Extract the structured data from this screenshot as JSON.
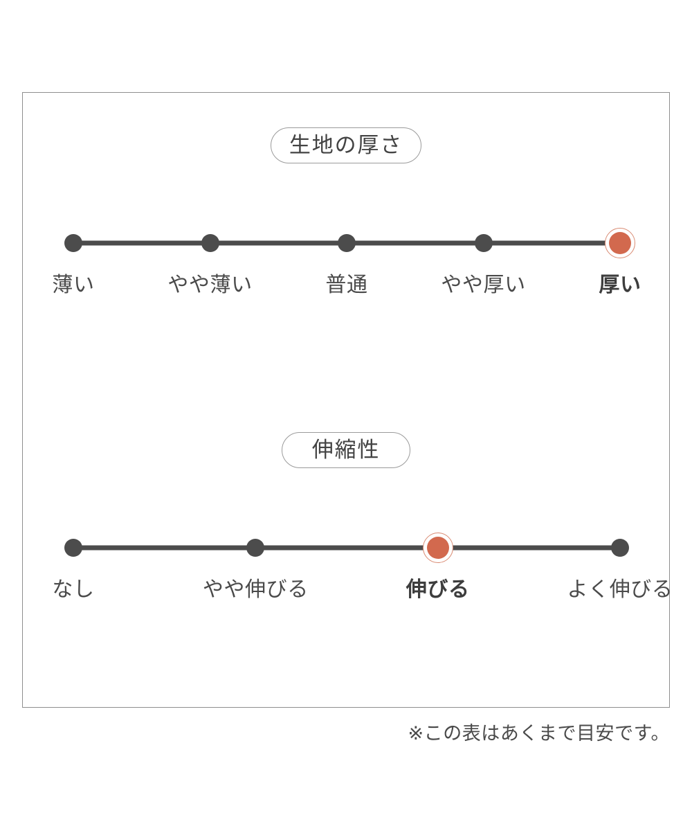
{
  "chart_data": {
    "type": "scale",
    "title": "",
    "scales": [
      {
        "id": "fabric-thickness",
        "heading": "生地の厚さ",
        "categories": [
          "薄い",
          "やや薄い",
          "普通",
          "やや厚い",
          "厚い"
        ],
        "selected_index": 4,
        "selected_label": "厚い",
        "value": 5,
        "range": [
          1,
          5
        ]
      },
      {
        "id": "stretchiness",
        "heading": "伸縮性",
        "categories": [
          "なし",
          "やや伸びる",
          "伸びる",
          "よく伸びる"
        ],
        "selected_index": 2,
        "selected_label": "伸びる",
        "value": 3,
        "range": [
          1,
          4
        ]
      }
    ],
    "footnote": "※この表はあくまで目安です。",
    "colors": {
      "active_fill": "#d2694e",
      "active_ring": "#d98a72",
      "inactive_dot": "#4c4c4c",
      "track": "#4c4c4c",
      "frame_border": "#8e8e8e",
      "pill_border": "#9a9a9a",
      "text": "#4a4a4a",
      "background": "#ffffff"
    }
  }
}
